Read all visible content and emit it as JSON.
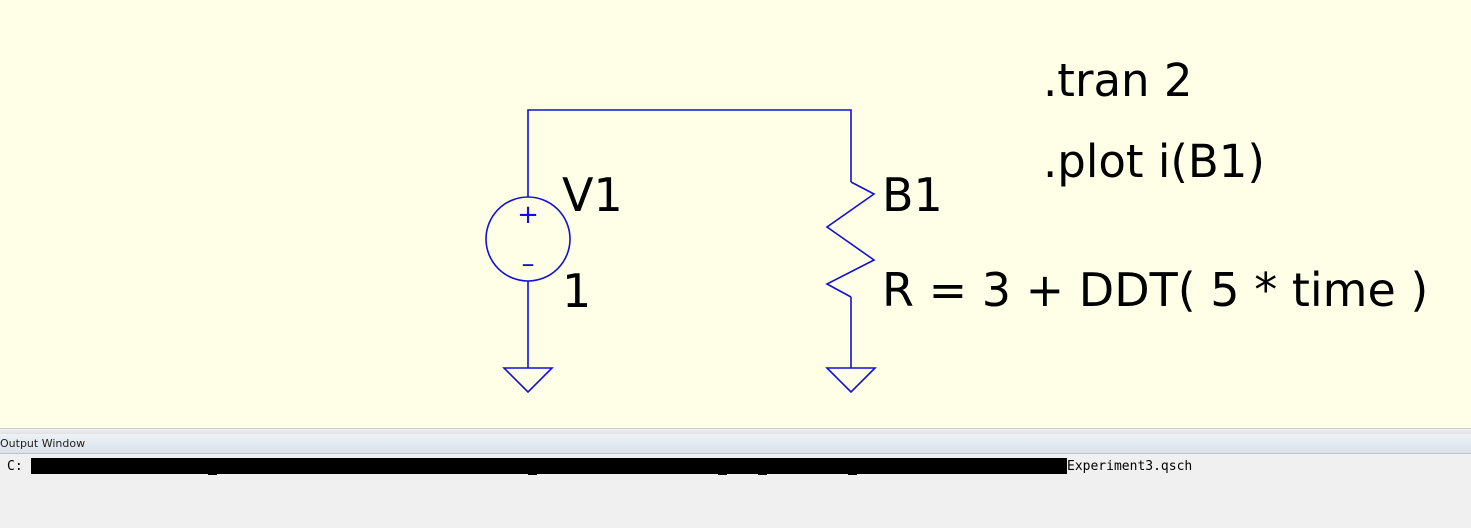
{
  "schematic": {
    "source": {
      "name": "V1",
      "value": "1",
      "plus": "+",
      "minus": "–"
    },
    "behavioral_resistor": {
      "name": "B1",
      "expression": "R = 3 + DDT( 5 * time )"
    },
    "directives": [
      ".tran 2",
      ".plot i(B1)"
    ],
    "wire_color": "#1010d8"
  },
  "output_window": {
    "title": "Output Window",
    "path_prefix": "C:",
    "path_suffix": "Experiment3.qsch"
  }
}
